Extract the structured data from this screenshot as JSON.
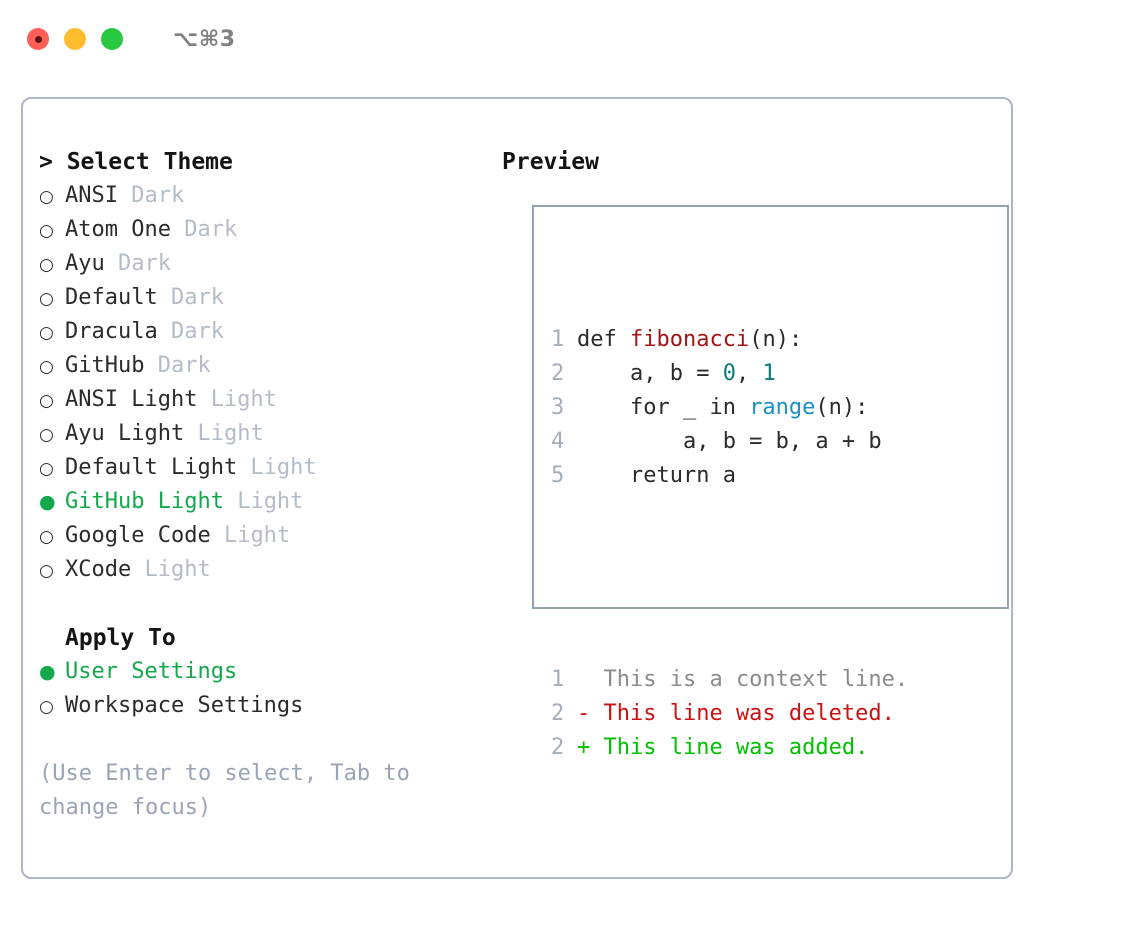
{
  "window": {
    "title": "⌥⌘3",
    "traffic_lights": [
      {
        "name": "close",
        "color": "#ff5f56"
      },
      {
        "name": "minimize",
        "color": "#febc2e"
      },
      {
        "name": "maximize",
        "color": "#28c840"
      }
    ]
  },
  "theme_panel": {
    "title": "> Select Theme",
    "options": [
      {
        "marker": "○",
        "name": "ANSI",
        "variant": "Dark",
        "selected": false
      },
      {
        "marker": "○",
        "name": "Atom One",
        "variant": "Dark",
        "selected": false
      },
      {
        "marker": "○",
        "name": "Ayu",
        "variant": "Dark",
        "selected": false
      },
      {
        "marker": "○",
        "name": "Default",
        "variant": "Dark",
        "selected": false
      },
      {
        "marker": "○",
        "name": "Dracula",
        "variant": "Dark",
        "selected": false
      },
      {
        "marker": "○",
        "name": "GitHub",
        "variant": "Dark",
        "selected": false
      },
      {
        "marker": "○",
        "name": "ANSI Light",
        "variant": "Light",
        "selected": false
      },
      {
        "marker": "○",
        "name": "Ayu Light",
        "variant": "Light",
        "selected": false
      },
      {
        "marker": "○",
        "name": "Default Light",
        "variant": "Light",
        "selected": false
      },
      {
        "marker": "●",
        "name": "GitHub Light",
        "variant": "Light",
        "selected": true
      },
      {
        "marker": "○",
        "name": "Google Code",
        "variant": "Light",
        "selected": false
      },
      {
        "marker": "○",
        "name": "XCode",
        "variant": "Light",
        "selected": false
      }
    ]
  },
  "apply_to": {
    "title": "Apply To",
    "options": [
      {
        "marker": "●",
        "name": "User Settings",
        "variant": "",
        "selected": true
      },
      {
        "marker": "○",
        "name": "Workspace Settings",
        "variant": "",
        "selected": false
      }
    ]
  },
  "hint": "(Use Enter to select, Tab to change focus)",
  "preview": {
    "title": "Preview",
    "code_lines": [
      {
        "num": "1",
        "segments": [
          {
            "text": "def ",
            "style": "plain"
          },
          {
            "text": "fibonacci",
            "style": "func"
          },
          {
            "text": "(n):",
            "style": "plain"
          }
        ]
      },
      {
        "num": "2",
        "segments": [
          {
            "text": "    a, b = ",
            "style": "plain"
          },
          {
            "text": "0",
            "style": "num"
          },
          {
            "text": ", ",
            "style": "plain"
          },
          {
            "text": "1",
            "style": "num"
          }
        ]
      },
      {
        "num": "3",
        "segments": [
          {
            "text": "    for _ in ",
            "style": "plain"
          },
          {
            "text": "range",
            "style": "builtin"
          },
          {
            "text": "(n):",
            "style": "plain"
          }
        ]
      },
      {
        "num": "4",
        "segments": [
          {
            "text": "        a, b = b, a + b",
            "style": "plain"
          }
        ]
      },
      {
        "num": "5",
        "segments": [
          {
            "text": "    return a",
            "style": "plain"
          }
        ]
      }
    ],
    "diff_lines": [
      {
        "num": "1",
        "text": "  This is a context line.",
        "style": "ctx"
      },
      {
        "num": "2",
        "text": "- This line was deleted.",
        "style": "del"
      },
      {
        "num": "2",
        "text": "+ This line was added.",
        "style": "add"
      }
    ]
  },
  "colors": {
    "selected_green": "#12a84b",
    "variant_gray": "#b4bcc8",
    "hint_gray": "#9aa4b5",
    "panel_border": "#aeb6c4",
    "preview_border": "#94a3b3",
    "line_number": "#a5aebb",
    "syntax_function": "#a31515",
    "syntax_number": "#0d7b7b",
    "syntax_builtin": "#1a8fc4",
    "diff_deleted": "#cc1111",
    "diff_added": "#00c000"
  }
}
